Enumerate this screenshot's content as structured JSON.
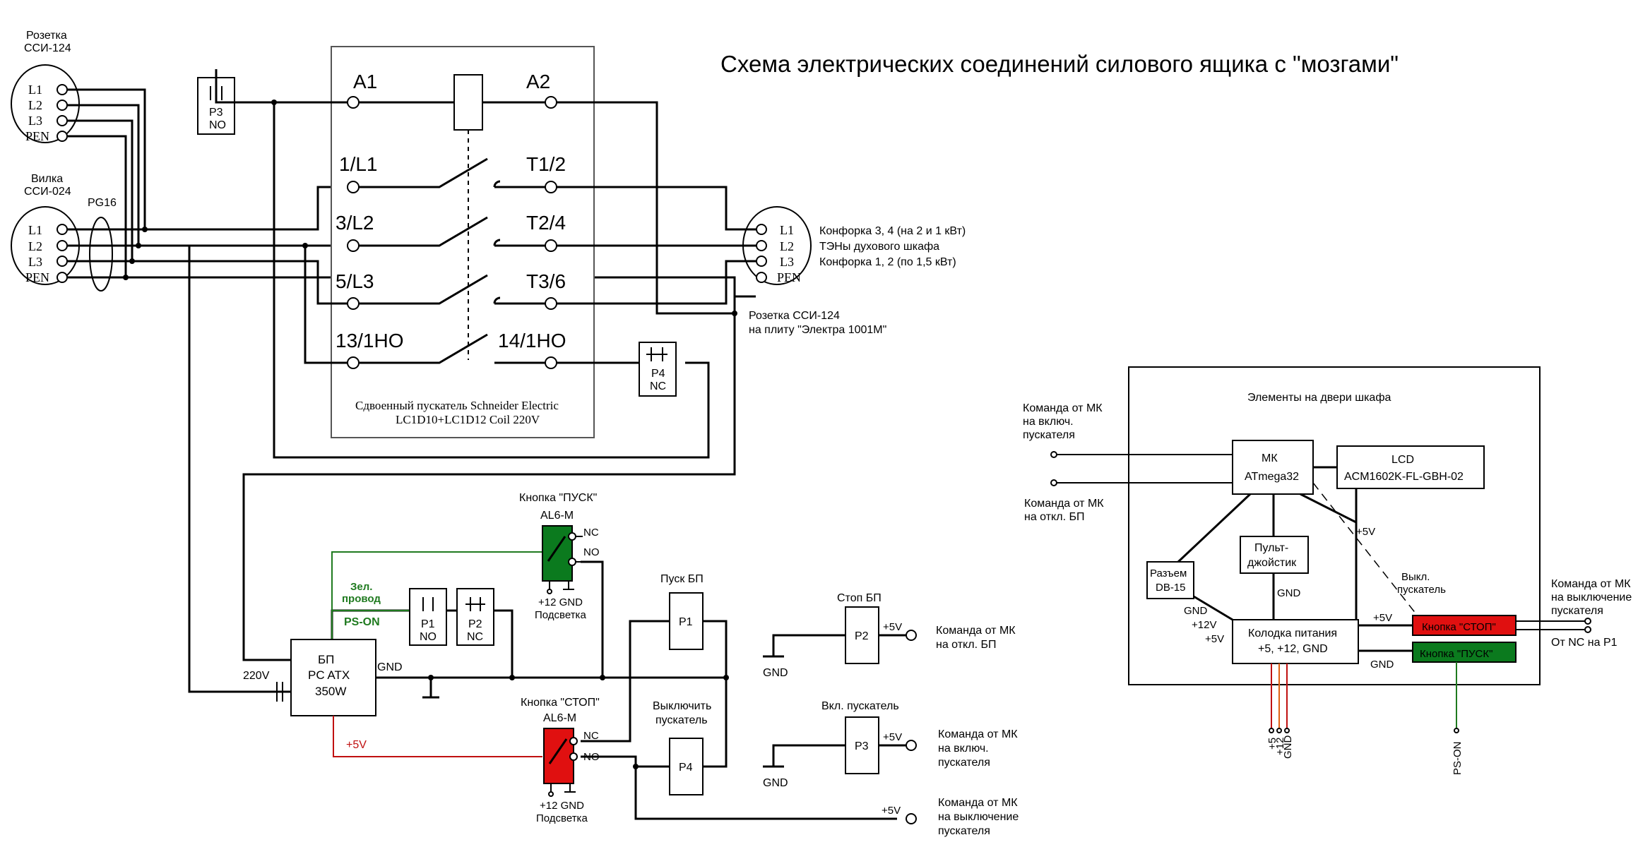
{
  "title": "Схема электрических соединений силового ящика с \"мозгами\"",
  "socket_top": {
    "label_line1": "Розетка",
    "label_line2": "ССИ-124",
    "pins": [
      "L1",
      "L2",
      "L3",
      "PEN"
    ]
  },
  "plug": {
    "label_line1": "Вилка",
    "label_line2": "ССИ-024",
    "pins": [
      "L1",
      "L2",
      "L3",
      "PEN"
    ]
  },
  "gland": "PG16",
  "relay_p3_top": {
    "name": "P3",
    "type": "NO"
  },
  "contactor": {
    "coil_left": "A1",
    "coil_right": "A2",
    "left_terms": [
      "1/L1",
      "3/L2",
      "5/L3",
      "13/1НО"
    ],
    "right_terms": [
      "T1/2",
      "T2/4",
      "T3/6",
      "14/1НО"
    ],
    "caption_line1": "Сдвоенный пускатель Schneider Electric",
    "caption_line2": "LC1D10+LC1D12  Coil  220V"
  },
  "relay_p4_top": {
    "name": "P4",
    "type": "NC"
  },
  "stove_socket": {
    "pins": [
      "L1",
      "L2",
      "L3",
      "PEN"
    ],
    "notes": [
      "Конфорка 3, 4 (на 2 и 1 кВт)",
      "ТЭНы духового шкафа",
      "Конфорка 1, 2 (по 1,5 кВт)"
    ],
    "label_line1": "Розетка ССИ-124",
    "label_line2": "на плиту \"Электра 1001М\""
  },
  "start_button": {
    "title": "Кнопка \"ПУСК\"",
    "model": "AL6-M",
    "nc": "NC",
    "no": "NO",
    "bottom_line1": "+12 GND",
    "bottom_line2": "Подсветка",
    "color": "#0b7a1e"
  },
  "stop_button": {
    "title": "Кнопка \"СТОП\"",
    "model": "AL6-M",
    "nc": "NC",
    "no": "NO",
    "bottom_line1": "+12 GND",
    "bottom_line2": "Подсветка",
    "color": "#e01010"
  },
  "green_wire": {
    "label_line1": "Зел.",
    "label_line2": "провод",
    "signal": "PS-ON",
    "color": "#1f7a1f"
  },
  "relay_p1_lower": {
    "name": "P1",
    "type": "NO"
  },
  "relay_p2_lower": {
    "name": "P2",
    "type": "NC"
  },
  "psu": {
    "line1": "БП",
    "line2": "PC ATX",
    "line3": "350W",
    "input": "220V",
    "gnd": "GND",
    "plus5": "+5V",
    "plus5_color": "#c01010"
  },
  "coil_p1": {
    "title": "Пуск БП",
    "name": "P1"
  },
  "coil_p4": {
    "title_line1": "Выключить",
    "title_line2": "пускатель",
    "name": "P4"
  },
  "coil_p2": {
    "title": "Стоп БП",
    "name": "P2",
    "plus5": "+5V",
    "gnd": "GND",
    "cmd_line1": "Команда от МК",
    "cmd_line2": "на откл. БП"
  },
  "coil_p3": {
    "title": "Вкл. пускатель",
    "name": "P3",
    "plus5": "+5V",
    "gnd": "GND",
    "cmd_line1": "Команда от МК",
    "cmd_line2": "на включ.",
    "cmd_line3": "пускателя"
  },
  "cmd_off": {
    "plus5": "+5V",
    "line1": "Команда от МК",
    "line2": "на выключение",
    "line3": "пускателя"
  },
  "door": {
    "title": "Элементы на двери шкафа",
    "mcu_line1": "МК",
    "mcu_line2": "ATmega32",
    "lcd_line1": "LCD",
    "lcd_line2": "ACM1602K-FL-GBH-02",
    "joystick_line1": "Пульт-",
    "joystick_line2": "джойстик",
    "joystick_gnd": "GND",
    "db15_line1": "Разъем",
    "db15_line2": "DB-15",
    "power_line1": "Колодка питания",
    "power_line2": "+5, +12, GND",
    "lbl_gnd": "GND",
    "lbl_12v": "+12V",
    "lbl_5v": "+5V",
    "lbl_5v_dash": "+5V",
    "lbl_off_line1": "Выкл.",
    "lbl_off_line2": "пускатель",
    "lbl_5v_stop": "+5V",
    "lbl_gnd_start": "GND",
    "stop_btn": "Кнопка \"СТОП\"",
    "start_btn": "Кнопка \"ПУСК\"",
    "stop_color": "#e01010",
    "start_color": "#0b7a1e",
    "cmd_on_line1": "Команда от МК",
    "cmd_on_line2": "на включ.",
    "cmd_on_line3": "пускателя",
    "cmd_psu_line1": "Команда от МК",
    "cmd_psu_line2": "на откл. БП",
    "cmd_offr_line1": "Команда от МК",
    "cmd_offr_line2": "на выключение",
    "cmd_offr_line3": "пускателя",
    "from_nc": "От NC на P1",
    "bottom_pins": [
      "+5",
      "+12",
      "GND"
    ],
    "bottom_pins_colors": [
      "#c01010",
      "#e06010",
      "#c01010"
    ],
    "ps_on": "PS-ON",
    "ps_on_color": "#1f7a1f"
  }
}
